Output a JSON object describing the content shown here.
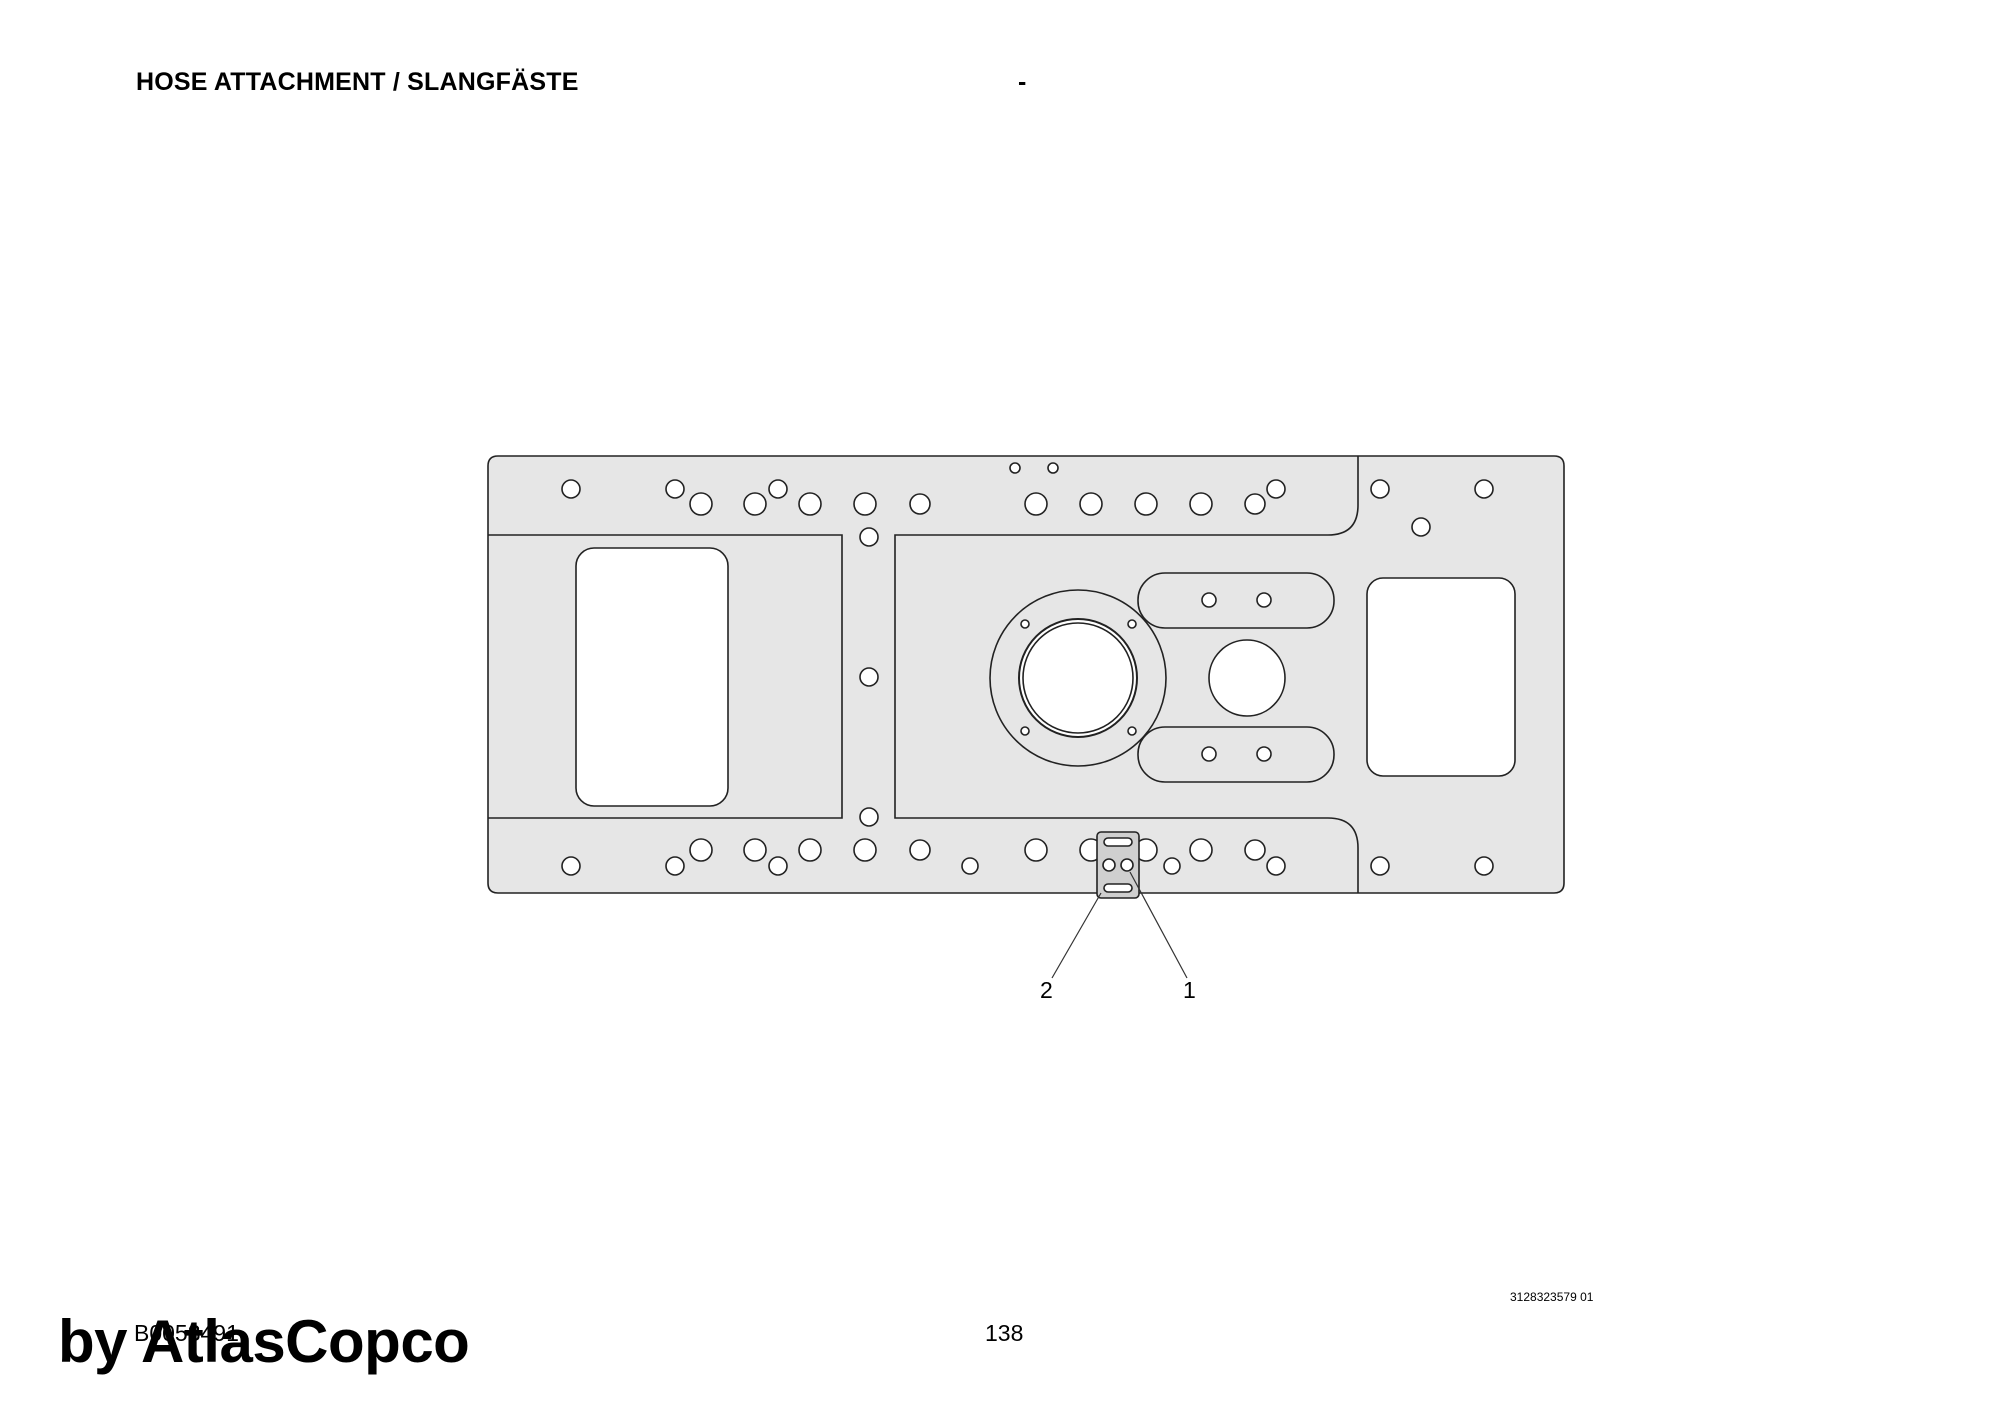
{
  "header": {
    "title": "HOSE ATTACHMENT / SLANGFÄSTE",
    "dash": "-"
  },
  "drawing": {
    "callouts": [
      {
        "label": "2"
      },
      {
        "label": "1"
      }
    ],
    "plate_fill": "#e6e6e6",
    "line_color": "#222222"
  },
  "footer": {
    "drawing_id": "3128323579 01",
    "page_number": "138",
    "doc_code": "B0053491",
    "brand": "by AtlasCopco"
  }
}
